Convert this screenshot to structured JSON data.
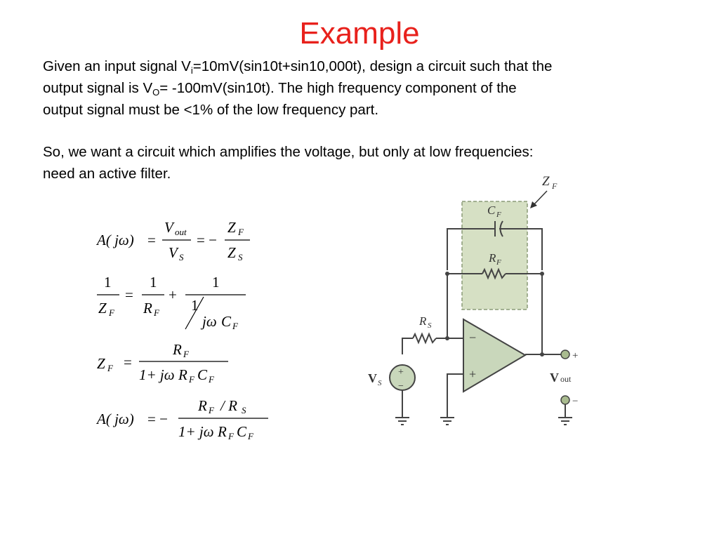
{
  "title": "Example",
  "intro": {
    "t1": " Given an input signal V",
    "s1": "i",
    "t2": "=10mV(sin10t+sin10,000t), design a circuit such that the",
    "t3": "output signal is V",
    "s2": "O",
    "t4": "= -100mV(sin10t). The high frequency component of the",
    "t5": "output signal must be <1% of the low frequency part."
  },
  "conclusion": {
    "line1": "So, we want a circuit which amplifies the voltage, but only at low frequencies:",
    "line2": "need an active filter."
  },
  "equations": {
    "eq1": {
      "lhs": "A( jω)",
      "eq": "=",
      "v": "V",
      "out": "out",
      "s": "S",
      "neg": "= −",
      "z": "Z",
      "f": "F"
    },
    "eq2": {
      "one": "1",
      "eq": "=",
      "plus": "+",
      "z": "Z",
      "f": "F",
      "r": "R",
      "jw": "jω",
      "c": "C"
    },
    "eq3": {
      "z": "Z",
      "f": "F",
      "eq": "=",
      "r": "R",
      "den_pre": "1+ jω",
      "c": "C"
    },
    "eq4": {
      "lhs": "A( jω)",
      "neg": "= −",
      "r": "R",
      "f": "F",
      "slash": "/ R",
      "s": "S",
      "den_pre": "1+ jω",
      "c": "C"
    }
  },
  "circuit": {
    "zf_label": "Z",
    "zf_sub": "F",
    "cf_label": "C",
    "cf_sub": "F",
    "rf_label": "R",
    "rf_sub": "F",
    "rs_label": "R",
    "rs_sub": "S",
    "vs_label": "V",
    "vs_sub": "S",
    "vout_label": "V",
    "vout_sub": "out",
    "minus": "−",
    "plus": "+",
    "src_plus": "+",
    "src_minus": "−",
    "term_plus": "+",
    "term_minus": "−"
  },
  "colors": {
    "title": "#e8211c",
    "feedback_box": "#d6e0c4",
    "feedback_border": "#8a9a76",
    "opamp_fill": "#c9d7bb",
    "source_fill": "#c9d7bb",
    "terminal_fill": "#a9bb8f"
  }
}
